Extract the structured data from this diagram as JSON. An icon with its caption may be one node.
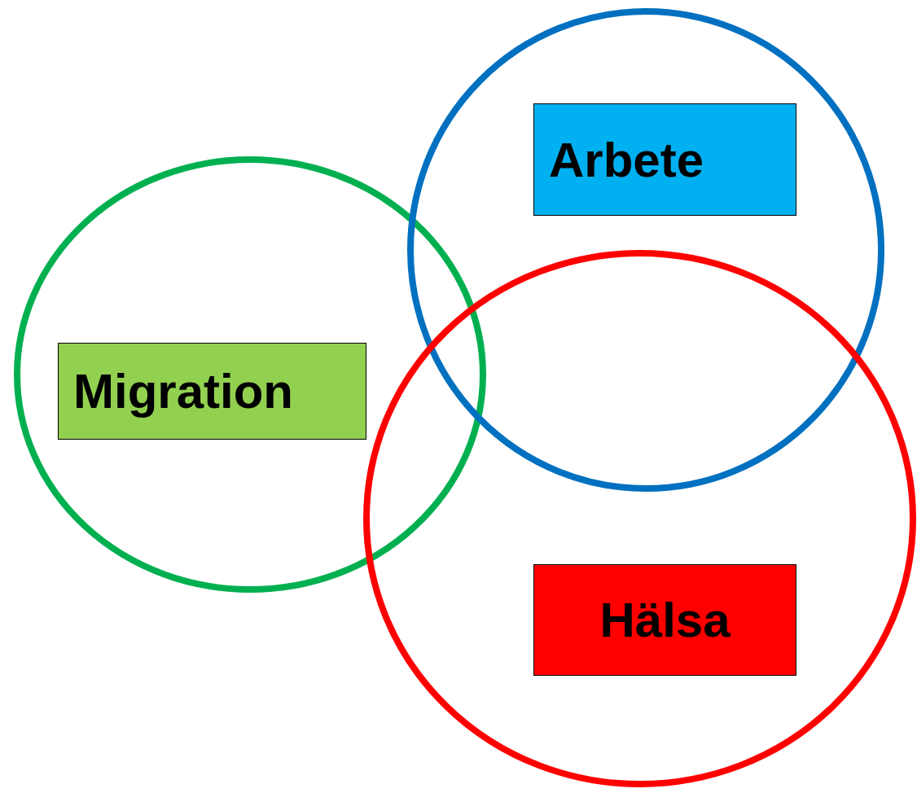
{
  "diagram": {
    "nodes": [
      {
        "text": [],
        "shape": "circle"
      },
      {
        "text": [
          "Arbete"
        ],
        "in": 0
      },
      {
        "text": [],
        "shape": "circle"
      },
      {
        "text": [
          "Migration"
        ],
        "in": 2
      },
      {
        "text": [],
        "shape": "circle"
      },
      {
        "text": [
          "Hälsa"
        ],
        "in": 4
      }
    ]
  }
}
